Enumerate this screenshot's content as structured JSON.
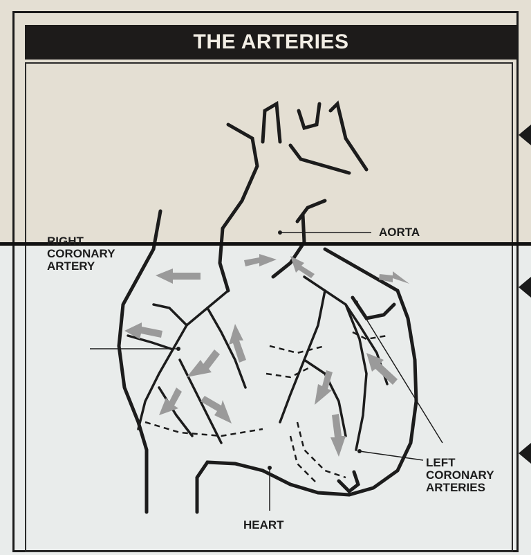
{
  "title": "THE ARTERIES",
  "labels": {
    "right_coronary_line1": "RIGHT",
    "right_coronary_line2": "CORONARY",
    "right_coronary_line3": "ARTERY",
    "aorta": "AORTA",
    "left_coronary_line1": "LEFT",
    "left_coronary_line2": "CORONARY",
    "left_coronary_line3": "ARTERIES",
    "heart": "HEART"
  },
  "colors": {
    "ink": "#1c1c1c",
    "title_bar": "#1d1b1a",
    "arrow_gray": "#9a9a9a",
    "paper_top": "#e4dfd3",
    "paper_bottom": "#e9eceb"
  }
}
